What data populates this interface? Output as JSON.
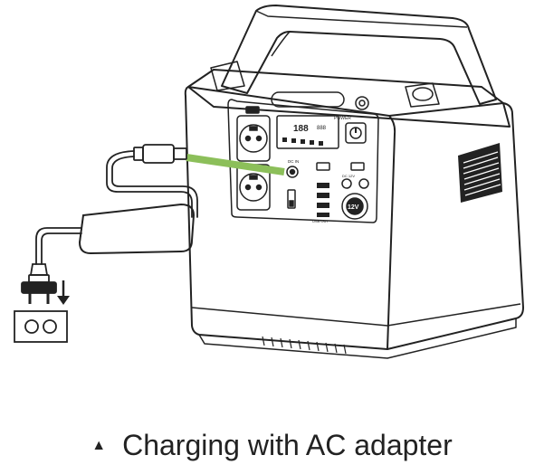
{
  "caption": {
    "marker": "▲",
    "text": "Charging with AC adapter"
  },
  "panel": {
    "power_label": "POWER",
    "dc_input_label": "DC IN",
    "usb_label": "USB OUT",
    "dc_out_label": "DC 12V",
    "car_socket_label": "12V",
    "lcd_big": "188",
    "lcd_small": "888"
  },
  "colors": {
    "cable_highlight": "#8cbf5a",
    "outline": "#222222"
  },
  "icons": [
    "up-triangle-icon",
    "power-icon",
    "down-arrow-icon",
    "wall-socket-icon",
    "plug-icon"
  ]
}
